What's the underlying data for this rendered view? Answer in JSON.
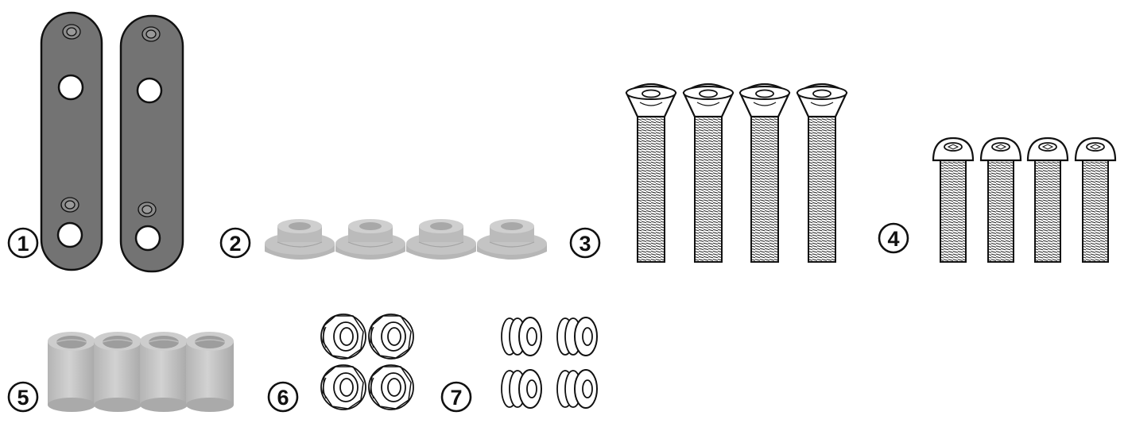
{
  "parts": [
    {
      "label": "1",
      "item": "bracket-plate",
      "quantity": 2
    },
    {
      "label": "2",
      "item": "flanged-bushing",
      "quantity": 4
    },
    {
      "label": "3",
      "item": "countersunk-screw",
      "quantity": 4
    },
    {
      "label": "4",
      "item": "button-head-screw",
      "quantity": 4
    },
    {
      "label": "5",
      "item": "spacer-sleeve",
      "quantity": 4
    },
    {
      "label": "6",
      "item": "flange-nut",
      "quantity": 4
    },
    {
      "label": "7",
      "item": "washer",
      "quantity": 4
    }
  ],
  "colors": {
    "plate": "#737373",
    "rubber": "#c3c3c3",
    "outline": "#111111"
  }
}
